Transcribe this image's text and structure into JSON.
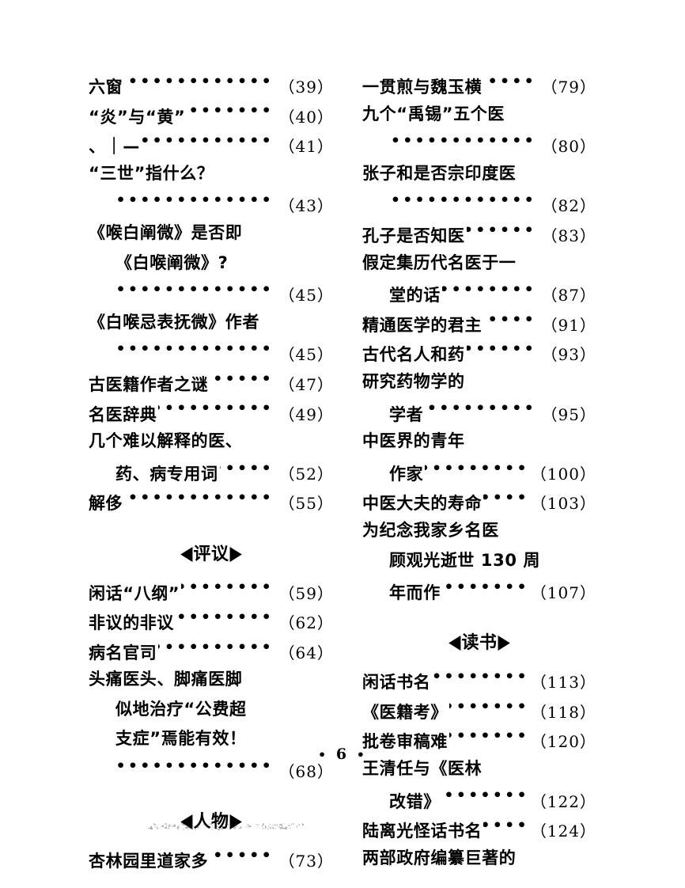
{
  "document": {
    "type": "book-table-of-contents",
    "folio": "6",
    "folio_dot": "•"
  },
  "glyphs": {
    "triangle_left": "◀",
    "triangle_right": "▶",
    "leader_dot": "•"
  },
  "columns": {
    "left": [
      {
        "kind": "entry",
        "title": "六窗",
        "dots": true,
        "page": "（39）"
      },
      {
        "kind": "entry",
        "title": "“炎”与“黄”",
        "dots": true,
        "page": "（40）"
      },
      {
        "kind": "entry",
        "title": "、｜—",
        "dots": true,
        "page": "（41）"
      },
      {
        "kind": "entry",
        "title": "“三世”指什么？",
        "dots": false,
        "page": ""
      },
      {
        "kind": "cont",
        "title": "",
        "dots": true,
        "page": "（43）"
      },
      {
        "kind": "entry",
        "title": "《喉白阐微》是否即",
        "dots": false,
        "page": ""
      },
      {
        "kind": "cont",
        "title": "《白喉阐微》?",
        "dots": false,
        "page": ""
      },
      {
        "kind": "cont",
        "title": "",
        "dots": true,
        "page": "（45）"
      },
      {
        "kind": "entry",
        "title": "《白喉忌表抚微》作者",
        "dots": false,
        "page": ""
      },
      {
        "kind": "cont",
        "title": "",
        "dots": true,
        "page": "（45）"
      },
      {
        "kind": "entry",
        "title": "古医籍作者之谜",
        "dots": true,
        "page": "（47）"
      },
      {
        "kind": "entry",
        "title": "名医辞典",
        "dots": true,
        "page": "（49）"
      },
      {
        "kind": "entry",
        "title": "几个难以解释的医、",
        "dots": false,
        "page": ""
      },
      {
        "kind": "cont",
        "title": "药、病专用词",
        "dots": true,
        "page": "（52）"
      },
      {
        "kind": "entry",
        "title": "解侈",
        "dots": true,
        "page": "（55）"
      },
      {
        "kind": "spacer-half"
      },
      {
        "kind": "section",
        "label": "评议"
      },
      {
        "kind": "spacer-half"
      },
      {
        "kind": "entry",
        "title": "闲话“八纲”",
        "dots": true,
        "page": "（59）"
      },
      {
        "kind": "entry",
        "title": "非议的非议",
        "dots": true,
        "page": "（62）"
      },
      {
        "kind": "entry",
        "title": "病名官司",
        "dots": true,
        "page": "（64）"
      },
      {
        "kind": "entry",
        "title": "头痛医头、脚痛医脚",
        "dots": false,
        "page": ""
      },
      {
        "kind": "cont",
        "title": "似地治疗“公费超",
        "dots": false,
        "page": ""
      },
      {
        "kind": "cont",
        "title": "支症”焉能有效！",
        "dots": false,
        "page": ""
      },
      {
        "kind": "cont",
        "title": "",
        "dots": true,
        "page": "（68）"
      },
      {
        "kind": "spacer-half"
      },
      {
        "kind": "section",
        "label": "人物"
      },
      {
        "kind": "spacer-half"
      },
      {
        "kind": "entry",
        "title": "杏林园里道家多",
        "dots": true,
        "page": "（73）"
      }
    ],
    "right": [
      {
        "kind": "entry",
        "title": "一贯煎与魏玉横",
        "dots": true,
        "page": "（79）"
      },
      {
        "kind": "entry",
        "title": "九个“禹锡”五个医",
        "dots": false,
        "page": ""
      },
      {
        "kind": "cont",
        "title": "",
        "dots": true,
        "page": "（80）"
      },
      {
        "kind": "entry",
        "title": "张子和是否宗印度医",
        "dots": false,
        "page": ""
      },
      {
        "kind": "cont",
        "title": "",
        "dots": true,
        "page": "（82）"
      },
      {
        "kind": "entry",
        "title": "孔子是否知医",
        "dots": true,
        "page": "（83）"
      },
      {
        "kind": "entry",
        "title": "假定集历代名医于一",
        "dots": false,
        "page": ""
      },
      {
        "kind": "cont",
        "title": "堂的话",
        "dots": true,
        "page": "（87）"
      },
      {
        "kind": "entry",
        "title": "精通医学的君主",
        "dots": true,
        "page": "（91）"
      },
      {
        "kind": "entry",
        "title": "古代名人和药",
        "dots": true,
        "page": "（93）"
      },
      {
        "kind": "entry",
        "title": "研究药物学的",
        "dots": false,
        "page": ""
      },
      {
        "kind": "cont",
        "title": "学者",
        "dots": true,
        "page": "（95）"
      },
      {
        "kind": "entry",
        "title": "中医界的青年",
        "dots": false,
        "page": ""
      },
      {
        "kind": "cont",
        "title": "作家",
        "dots": true,
        "page": "（100）"
      },
      {
        "kind": "entry",
        "title": "中医大夫的寿命",
        "dots": true,
        "page": "（103）"
      },
      {
        "kind": "entry",
        "title": "为纪念我家乡名医",
        "dots": false,
        "page": ""
      },
      {
        "kind": "cont",
        "title": "顾观光逝世 130 周",
        "dots": false,
        "page": ""
      },
      {
        "kind": "cont",
        "title": "年而作",
        "dots": true,
        "page": "（107）"
      },
      {
        "kind": "spacer-half"
      },
      {
        "kind": "section",
        "label": "读书"
      },
      {
        "kind": "spacer-half"
      },
      {
        "kind": "entry",
        "title": "闲话书名",
        "dots": true,
        "page": "（113）"
      },
      {
        "kind": "entry",
        "title": "《医籍考》",
        "dots": true,
        "page": "（118）"
      },
      {
        "kind": "entry",
        "title": "批卷审稿难",
        "dots": true,
        "page": "（120）"
      },
      {
        "kind": "entry",
        "title": "王清任与《医林",
        "dots": false,
        "page": ""
      },
      {
        "kind": "cont",
        "title": "改错》",
        "dots": true,
        "page": "（122）"
      },
      {
        "kind": "entry",
        "title": "陆离光怪话书名",
        "dots": true,
        "page": "（124）"
      },
      {
        "kind": "entry",
        "title": "两部政府编纂巨著的",
        "dots": false,
        "page": ""
      }
    ]
  }
}
